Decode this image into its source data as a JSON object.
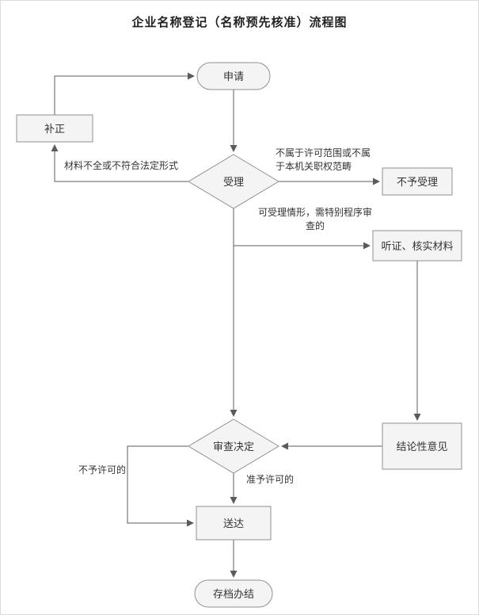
{
  "title": "企业名称登记（名称预先核准）流程图",
  "flowchart": {
    "nodes": {
      "apply": "申请",
      "correction": "补正",
      "accept": "受理",
      "reject": "不予受理",
      "hearing": "听证、核实材料",
      "decision": "审查决定",
      "conclusion": "结论性意见",
      "delivery": "送达",
      "archive": "存档办结"
    },
    "edge_labels": {
      "incomplete": "材料不全或不符合法定形式",
      "out_of_scope_line1": "不属于许可范围或不属",
      "out_of_scope_line2": "于本机关职权范畴",
      "special_review_line1": "可受理情形，需特别程序审",
      "special_review_line2": "查的",
      "not_permitted": "不予许可的",
      "permitted": "准予许可的"
    }
  },
  "colors": {
    "node-fill": "#f4f4f4",
    "node-stroke": "#919191",
    "edge-stroke": "#5b5b5b",
    "text-color": "#333333",
    "title-color": "#222222"
  }
}
